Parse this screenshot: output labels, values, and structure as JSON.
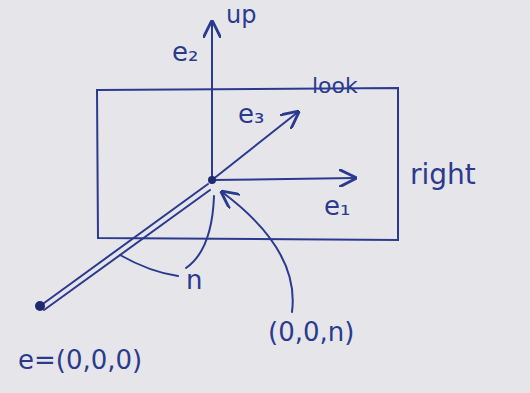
{
  "diagram": {
    "labels": [
      "up",
      "e₂",
      "e₃",
      "look",
      "e₁",
      "right",
      "n",
      "(0,0,n)",
      "e=(0,0,0)"
    ]
  }
}
